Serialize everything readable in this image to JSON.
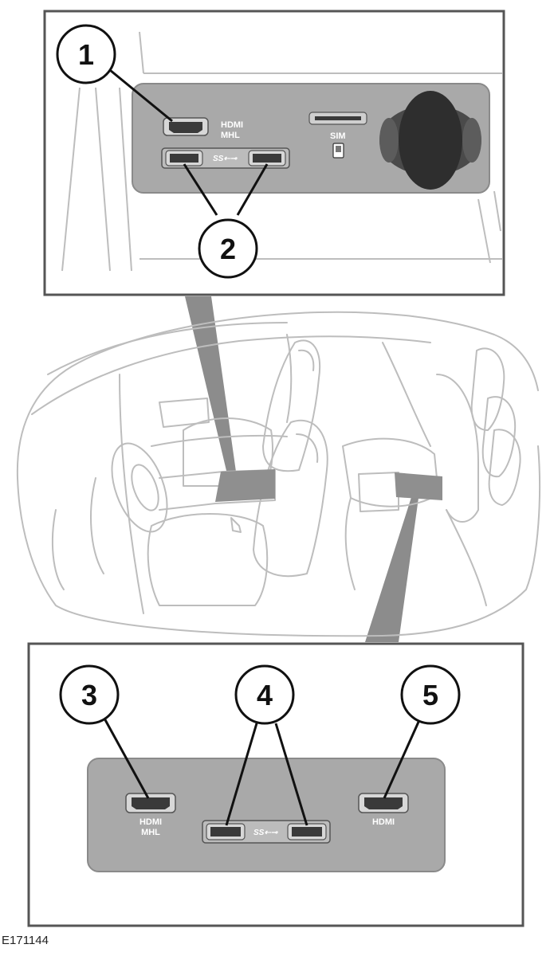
{
  "figure_ref": "E171144",
  "callouts": [
    "1",
    "2",
    "3",
    "4",
    "5"
  ],
  "ports": {
    "front_hdmi_line1": "HDMI",
    "front_hdmi_line2": "MHL",
    "front_usb_symbol": "SS⇠⊸",
    "front_sim": "SIM",
    "rear_hdmi_mhl_line1": "HDMI",
    "rear_hdmi_mhl_line2": "MHL",
    "rear_usb_symbol": "SS⇠⊸",
    "rear_hdmi": "HDMI"
  },
  "colors": {
    "frame": "#555555",
    "panel": "#a9a9a9",
    "panel_dark": "#8a8a8a",
    "port": "#3a3a3a",
    "knob": "#2e2e2e",
    "sketch": "#bdbdbd",
    "pointer": "#8c8c8c"
  }
}
